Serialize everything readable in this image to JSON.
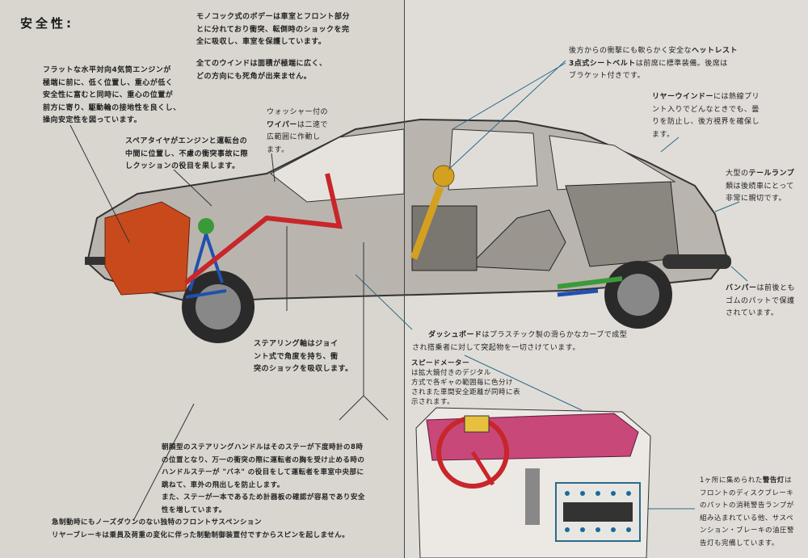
{
  "heading": "安全性:",
  "monocoque": {
    "bold": "モノコック式のボデー",
    "l1": "は車室とフロント部分",
    "l2": "とに分れており衝突、転倒時のショックを完",
    "l3": "全に吸収し、車室を保護しています。"
  },
  "windows": {
    "l1": "全てのウインドは面積が極端に広く、",
    "l2": "どの方向にも死角が出来ません。"
  },
  "engine": {
    "l1": "フラットな",
    "b1": "水平対向4気筒エンジン",
    "l1b": "が",
    "l2": "極端に前に、低く位置し、重心が低く",
    "l3": "安全性に富むと同時に、重心の位置が",
    "l4": "前方に寄り、駆動輪の接地性を良くし、",
    "l5": "操向安定性を図っています。"
  },
  "washer": {
    "l1": "ウォッシャー付の",
    "b1": "ワイパー",
    "l2": "は二速で",
    "l3": "広範囲に作動し",
    "l4": "ます。"
  },
  "spare": {
    "b1": "スペアタイヤ",
    "l1": "がエンジンと運転台の",
    "l2": "中間に位置し、不慮の衝突事故に際",
    "l3": "しクッションの役目を果します。"
  },
  "headrest": {
    "l1": "後方からの衝撃にも軟らかく安全な",
    "b1": "ヘットレスト",
    "b2": "3点式シートベルト",
    "l2": "は前席に標準装備。後席は",
    "l3": "ブラケット付きです。"
  },
  "rear_window": {
    "b1": "リヤーウインドー",
    "l1": "には熱線プリ",
    "l2": "ント入りでどんなときでも、曇",
    "l3": "りを防止し、後方視界を確保し",
    "l4": "ます。"
  },
  "tail_lamp": {
    "l1": "大型の",
    "b1": "テールランプ",
    "l2": "類は後続車にとって",
    "l3": "非常に親切です。"
  },
  "bumper": {
    "b1": "バンパー",
    "l1": "は前後とも",
    "l2": "ゴムのパットで保護",
    "l3": "されています。"
  },
  "steering_shaft": {
    "b1": "ステアリング軸",
    "l1": "はジョイ",
    "l2": "ント式で角度を持ち、衝",
    "l3": "突のショックを吸収します。"
  },
  "dashboard": {
    "b1": "ダッシュボード",
    "l1": "はプラスチック製の滑らかなカーブで成型",
    "l2": "され搭乗者に対して突起物を一切さけています。"
  },
  "speedometer": {
    "b1": "スピードメーター",
    "l1": "は拡大鏡付きのデジタル",
    "l2": "方式で各ギャの範囲毎に色分け",
    "l3": "されまた車間安全距離が同時に表",
    "l4": "示されます。"
  },
  "steering_wheel": {
    "l1a": "朝顔型の",
    "b1": "ステアリングハンドル",
    "l1": "はそのステーが下度時計の8時",
    "l2": "の位置となり、万一の衝突の際に運転者の胸を受け止める時の",
    "l3": "ハンドルステーが \"バネ\" の役目をして運転者を車室中央部に",
    "l4": "跳ねて、車外の飛出しを防止します。",
    "l5": "また、ステーが一本であるため計器板の確認が容易であり安全",
    "l6": "性を増しています。"
  },
  "suspension": {
    "l1": "急制動時にもノーズダウンのない独特の",
    "b1": "フロントサスペンション",
    "l2": "リヤーブレーキは乗員及荷重の変化に伴った制動制御装置付ですからスピンを起しません。"
  },
  "warning": {
    "l1": "1ヶ所に集められた",
    "b1": "警告灯",
    "l1b": "は",
    "l2": "フロントのディスクブレーキ",
    "l3": "のパットの消耗警告ランプが",
    "l4": "組み込まれている他、サスペ",
    "l5": "ンション・ブレーキの油圧警",
    "l6": "告灯も完備しています。"
  },
  "colors": {
    "engine": "#c84a1c",
    "steering": "#c8262a",
    "headrest": "#d4a020",
    "dash": "#c8487a",
    "leader": "#2a6a8a",
    "green": "#3a9a3a",
    "blue": "#2050b0"
  }
}
